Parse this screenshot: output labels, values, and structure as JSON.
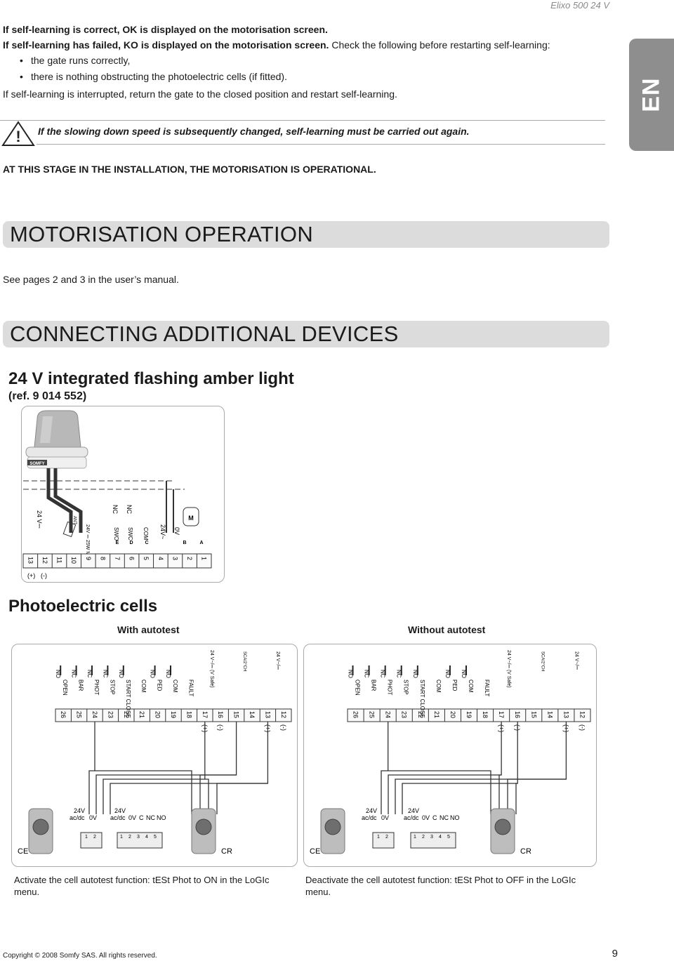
{
  "header": {
    "model": "Elixo 500 24 V",
    "lang_tab": "EN"
  },
  "intro": {
    "line1": "If self-learning is correct, OK is displayed on the motorisation screen.",
    "line2_bold": "If self-learning has failed, KO is displayed on the motorisation screen.",
    "line2_rest": " Check the following before restarting self-learning:",
    "bullets": [
      "the gate runs correctly,",
      "there is nothing obstructing the photoelectric cells (if fitted)."
    ],
    "line3": "If self-learning is interrupted, return the gate to the closed position and restart self-learning."
  },
  "warning": {
    "symbol": "!",
    "text": "If the slowing down speed is subsequently changed, self-learning must be carried out again."
  },
  "stage_notice": "AT THIS STAGE IN THE INSTALLATION, THE MOTORISATION IS OPERATIONAL.",
  "section_operation": {
    "title": "MOTORISATION OPERATION",
    "text": "See pages 2 and 3 in the user’s manual."
  },
  "section_devices": {
    "title": "CONNECTING ADDITIONAL DEVICES",
    "flashing_light": {
      "title": "24 V integrated flashing amber light",
      "ref": "(ref. 9 014 552)",
      "brand": "SOMFY",
      "label_24v": "24 V⎓",
      "terminals": [
        "13",
        "12",
        "11",
        "10",
        "9",
        "8",
        "7",
        "6",
        "5",
        "4",
        "3",
        "2",
        "1"
      ],
      "polarity": [
        "(+)",
        "(-)"
      ],
      "top_labels": [
        "ANT",
        "24V ⎓ 25W Max",
        "NC",
        "NC",
        "SWO",
        "SWC",
        "COM",
        "24V~",
        "0V",
        "M"
      ],
      "letters": [
        "E",
        "D",
        "C",
        "B",
        "A"
      ]
    },
    "photocells": {
      "title": "Photoelectric cells",
      "with_autotest": "With autotest",
      "without_autotest": "Without autotest",
      "terminals": [
        "26",
        "25",
        "24",
        "23",
        "22",
        "21",
        "20",
        "19",
        "18",
        "17",
        "16",
        "15",
        "14",
        "13",
        "12"
      ],
      "contacts": [
        "NO",
        "NC",
        "NC",
        "NC",
        "NO",
        "NO",
        "NO"
      ],
      "functions": [
        "OPEN",
        "BAR",
        "PHOT",
        "STOP",
        "START CLOSE",
        "COM",
        "PED",
        "COM",
        "FAULT"
      ],
      "supply_labels": [
        "24 V~/⎓ (V Safe)",
        "SCA/2°CH",
        "24 V~/⎓"
      ],
      "polarity": [
        "(+)",
        "(-)",
        "(+)",
        "(-)"
      ],
      "ce": "CE",
      "cr": "CR",
      "ce_supply": [
        "24V",
        "ac/dc",
        "0V"
      ],
      "cr_supply": [
        "24V",
        "ac/dc",
        "0V",
        "C",
        "NC",
        "NO"
      ],
      "ce_pins": [
        "1",
        "2"
      ],
      "cr_pins": [
        "1",
        "2",
        "3",
        "4",
        "5"
      ],
      "caption_left": "Activate the cell autotest function: tESt Phot to ON in the LoGIc menu.",
      "caption_right": "Deactivate the cell autotest function: tESt Phot to OFF in the LoGIc menu."
    }
  },
  "footer": {
    "copyright": "Copyright © 2008 Somfy SAS. All rights reserved.",
    "page": "9"
  }
}
